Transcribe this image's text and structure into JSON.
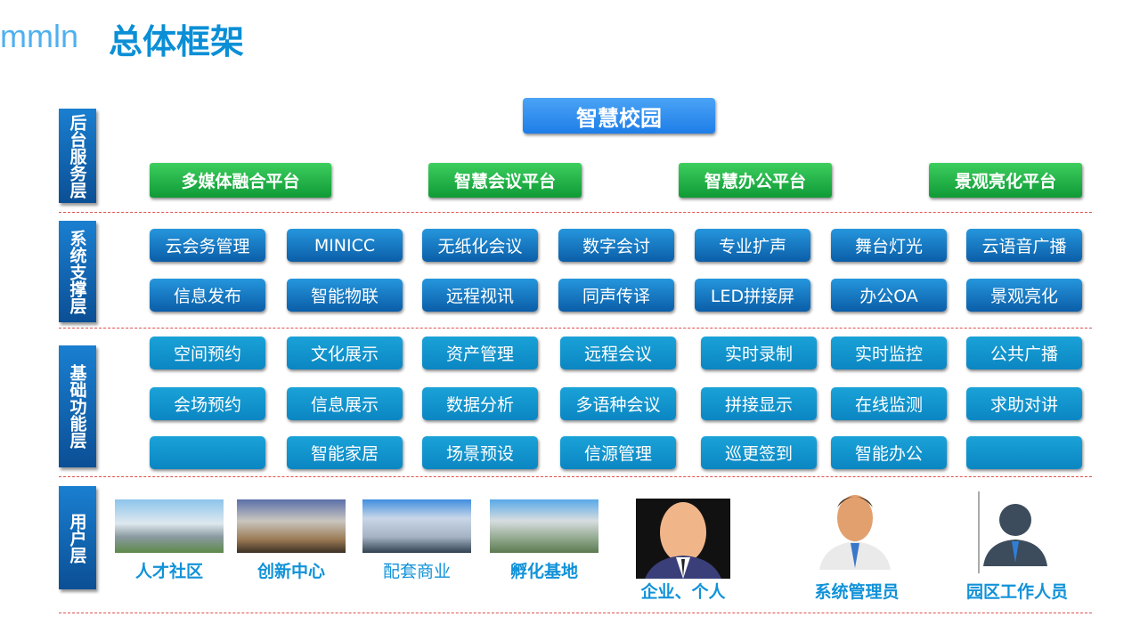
{
  "header": {
    "logo": "mmln",
    "title": "总体框架"
  },
  "top_label": "智慧校园",
  "layers": [
    "后台服务层",
    "系统支撑层",
    "基础功能层",
    "用户层"
  ],
  "platforms": [
    "多媒体融合平台",
    "智慧会议平台",
    "智慧办公平台",
    "景观亮化平台"
  ],
  "system_rows": [
    [
      "云会务管理",
      "MINICC",
      "无纸化会议",
      "数字会讨",
      "专业扩声",
      "舞台灯光",
      "云语音广播"
    ],
    [
      "信息发布",
      "智能物联",
      "远程视讯",
      "同声传译",
      "LED拼接屏",
      "办公OA",
      "景观亮化"
    ]
  ],
  "function_rows": [
    [
      "空间预约",
      "文化展示",
      "资产管理",
      "远程会议",
      "实时录制",
      "实时监控",
      "公共广播"
    ],
    [
      "会场预约",
      "信息展示",
      "数据分析",
      "多语种会议",
      "拼接显示",
      "在线监测",
      "求助对讲"
    ],
    [
      "",
      "智能家居",
      "场景预设",
      "信源管理",
      "巡更签到",
      "智能办公",
      ""
    ]
  ],
  "users": {
    "places": [
      "人才社区",
      "创新中心",
      "配套商业",
      "孵化基地"
    ],
    "people": [
      "企业、个人",
      "系统管理员",
      "园区工作人员"
    ]
  },
  "colors": {
    "title": "#0a8fd6",
    "green": "#1aad45",
    "blue": "#0b6cb8"
  }
}
